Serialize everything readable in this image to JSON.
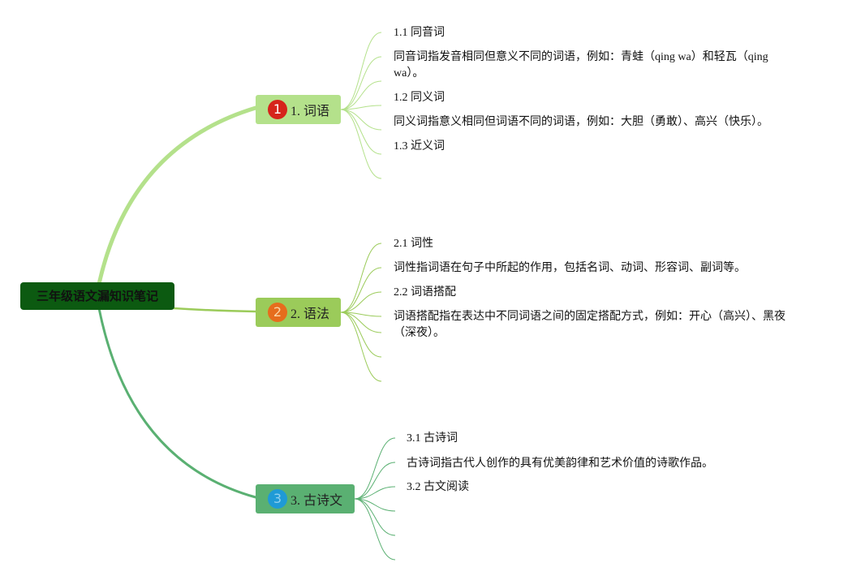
{
  "root": {
    "title": "三年级语文漏知识笔记"
  },
  "branches": [
    {
      "label": "1. 词语",
      "badge": "1",
      "color": "#b4e18b",
      "leaves": [
        "1.1 同音词",
        "同音词指发音相同但意义不同的词语，例如：青蛙（qing wa）和轻瓦（qing wa）。",
        "1.2 同义词",
        "同义词指意义相同但词语不同的词语，例如：大胆（勇敢）、高兴（快乐）。",
        "1.3 近义词"
      ]
    },
    {
      "label": "2. 语法",
      "badge": "2",
      "color": "#9bcb5a",
      "leaves": [
        "2.1 词性",
        "词性指词语在句子中所起的作用，包括名词、动词、形容词、副词等。",
        "2.2 词语搭配",
        "词语搭配指在表达中不同词语之间的固定搭配方式，例如：开心（高兴）、黑夜（深夜）。"
      ]
    },
    {
      "label": "3. 古诗文",
      "badge": "3",
      "color": "#5ab072",
      "leaves": [
        "3.1 古诗词",
        "古诗词指古代人创作的具有优美韵律和艺术价值的诗歌作品。",
        "3.2 古文阅读"
      ]
    }
  ],
  "colors": {
    "root_fill": "#0c5a11",
    "branch1_line": "#b4e18b",
    "branch2_line": "#9bcb5a",
    "branch3_line": "#5ab072",
    "badge1": "#d6241b",
    "badge2": "#e66d1d",
    "badge3": "#1f9ad6"
  }
}
